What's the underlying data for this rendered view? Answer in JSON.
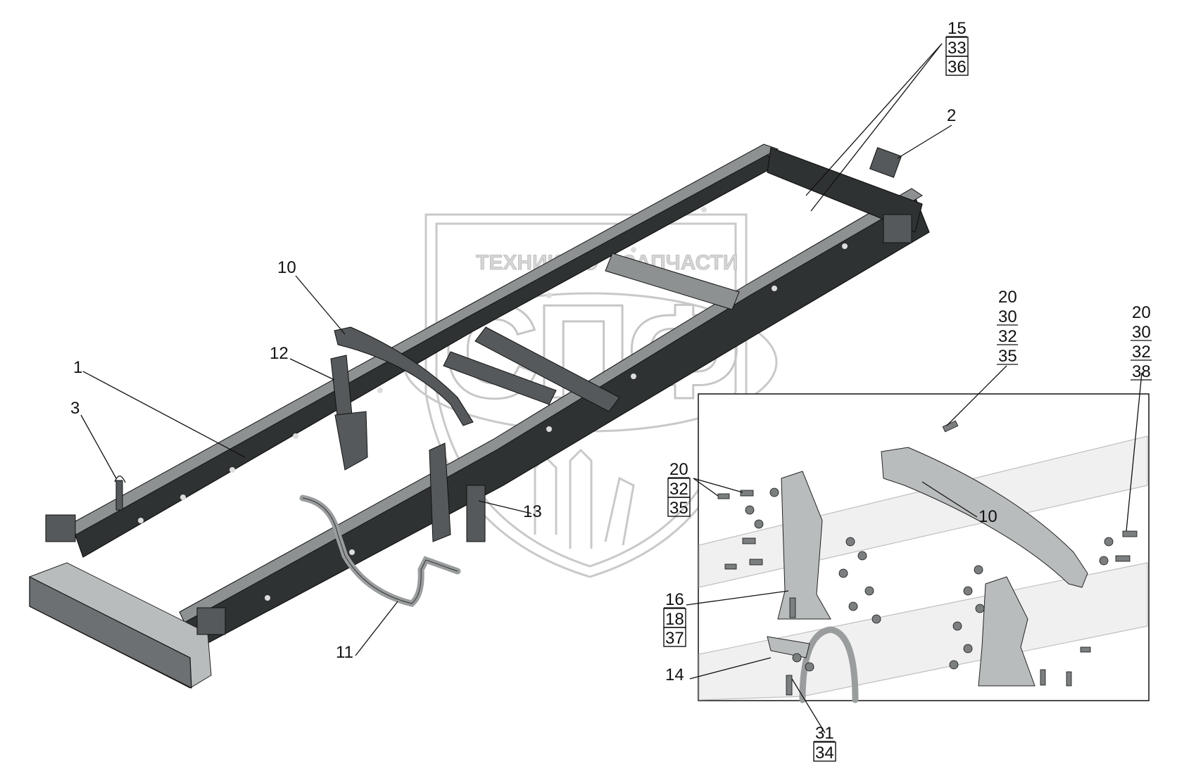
{
  "watermark": {
    "line1": "ТЕХНИКА",
    "line2": "ЗАПЧАСТИ",
    "logo_letters": "СПФ"
  },
  "callouts": {
    "main": [
      {
        "id": "c1",
        "text": "1",
        "boxed": false
      },
      {
        "id": "c2",
        "text": "2",
        "boxed": false
      },
      {
        "id": "c3",
        "text": "3",
        "boxed": false
      },
      {
        "id": "c10",
        "text": "10",
        "boxed": false
      },
      {
        "id": "c11",
        "text": "11",
        "boxed": false
      },
      {
        "id": "c12",
        "text": "12",
        "boxed": false
      },
      {
        "id": "c13",
        "text": "13",
        "boxed": false
      }
    ],
    "stack_top": [
      "15",
      "33",
      "36"
    ],
    "detail": {
      "part_10": "10",
      "part_14": "14",
      "stack_left_top": [
        "20",
        "32",
        "35"
      ],
      "stack_left_bottom": [
        "16",
        "18",
        "37"
      ],
      "stack_bottom": [
        "31",
        "34"
      ],
      "stack_upper_mid": [
        "20",
        "30",
        "32",
        "35"
      ],
      "stack_upper_right": [
        "20",
        "30",
        "32",
        "38"
      ]
    }
  },
  "colors": {
    "frame": "#2f3233",
    "frame_top": "#8d9192",
    "watermark": "#c9c9c9"
  }
}
